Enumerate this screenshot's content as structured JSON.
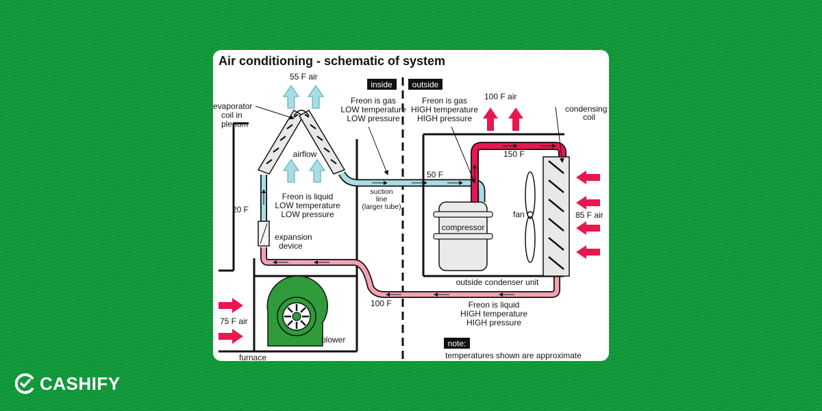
{
  "diagram": {
    "title": "Air conditioning - schematic of system",
    "inside_tag": "inside",
    "outside_tag": "outside",
    "top_air_temp": "55 F air",
    "evaporator_label": [
      "evaporator",
      "coil in",
      "plenum"
    ],
    "airflow_label": "airflow",
    "gas_low_label": [
      "Freon is gas",
      "LOW temperature",
      "LOW pressure"
    ],
    "gas_high_label": [
      "Freon is gas",
      "HIGH temperature",
      "HIGH pressure"
    ],
    "hot_air_temp": "100 F air",
    "condensing_label": [
      "condensing",
      "coil"
    ],
    "temp_150": "150 F",
    "temp_50": "50 F",
    "suction_label": [
      "suction",
      "line",
      "(larger tube)"
    ],
    "temp_20": "20 F",
    "liquid_low_label": [
      "Freon is liquid",
      "LOW temperature",
      "LOW pressure"
    ],
    "compressor_label": "compressor",
    "fan_label": "fan",
    "outside_air_temp": "85 F air",
    "expansion_label": [
      "expansion",
      "device"
    ],
    "condenser_unit_label": "outside condenser unit",
    "temp_100": "100 F",
    "liquid_high_label": [
      "Freon is liquid",
      "HIGH temperature",
      "HIGH pressure"
    ],
    "return_air_temp": "75 F air",
    "blower_label": "blower",
    "furnace_label": "furnace",
    "note_tag": "note:",
    "note_text": "temperatures shown are approximate"
  },
  "brand": {
    "name": "CASHIFY"
  },
  "colors": {
    "background": "#0f9a3a",
    "cold_line": "#a9dde6",
    "hot_line": "#e8174d",
    "warm_line": "#f4a2b3",
    "blower_green": "#2f9b3a"
  }
}
